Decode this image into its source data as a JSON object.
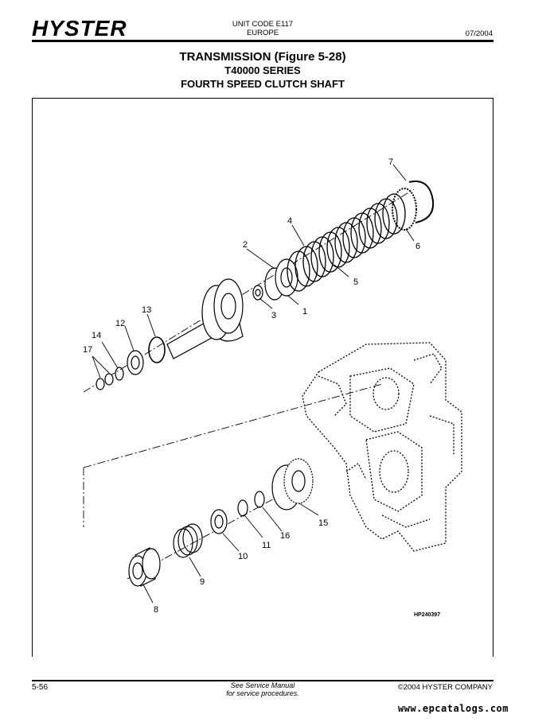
{
  "header": {
    "brand": "HYSTER",
    "unit_code_line1": "UNIT CODE E117",
    "unit_code_line2": "EUROPE",
    "date": "07/2004"
  },
  "title": {
    "line1": "TRANSMISSION (Figure 5-28)",
    "line2": "T40000 SERIES",
    "line3": "FOURTH SPEED CLUTCH SHAFT"
  },
  "figure": {
    "id": "HP240397",
    "callouts": [
      "1",
      "2",
      "3",
      "4",
      "5",
      "6",
      "7",
      "8",
      "9",
      "10",
      "11",
      "12",
      "13",
      "14",
      "15",
      "16",
      "17"
    ]
  },
  "footer": {
    "page_number": "5-56",
    "note_line1": "See Service Manual",
    "note_line2": "for service procedures.",
    "copyright": "©2004 HYSTER COMPANY",
    "website": "www.epcatalogs.com"
  }
}
